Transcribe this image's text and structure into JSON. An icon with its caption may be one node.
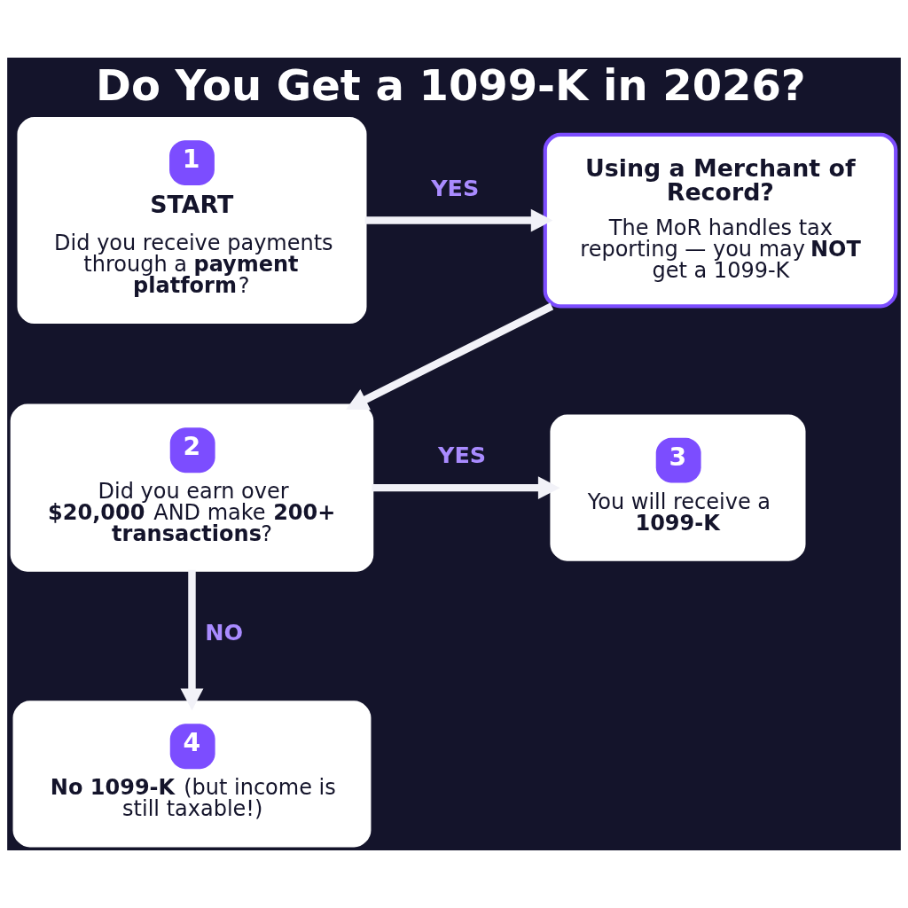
{
  "diagram": {
    "title": "Do You Get a 1099-K in 2026?",
    "nodes": [
      {
        "text": [
          "1",
          "START",
          "Did you receive payments through a **payment platform**?"
        ]
      },
      {
        "text": [
          "Using a Merchant of Record?",
          "The MoR handles tax reporting — you may **NOT** get a 1099-K"
        ]
      },
      {
        "text": [
          "2",
          "Did you earn over **$20,000** AND make **200+ transactions**?"
        ]
      },
      {
        "text": [
          "3",
          "You will receive a **1099-K**"
        ]
      },
      {
        "text": [
          "4",
          "**No 1099-K** (but income is still taxable!)"
        ]
      }
    ],
    "edges": [
      {
        "from": 0,
        "to": 1,
        "arrow": "to",
        "label": "YES"
      },
      {
        "from": 1,
        "to": 2,
        "arrow": "to"
      },
      {
        "from": 2,
        "to": 3,
        "arrow": "to",
        "label": "YES"
      },
      {
        "from": 2,
        "to": 4,
        "arrow": "to",
        "label": "NO"
      }
    ]
  }
}
